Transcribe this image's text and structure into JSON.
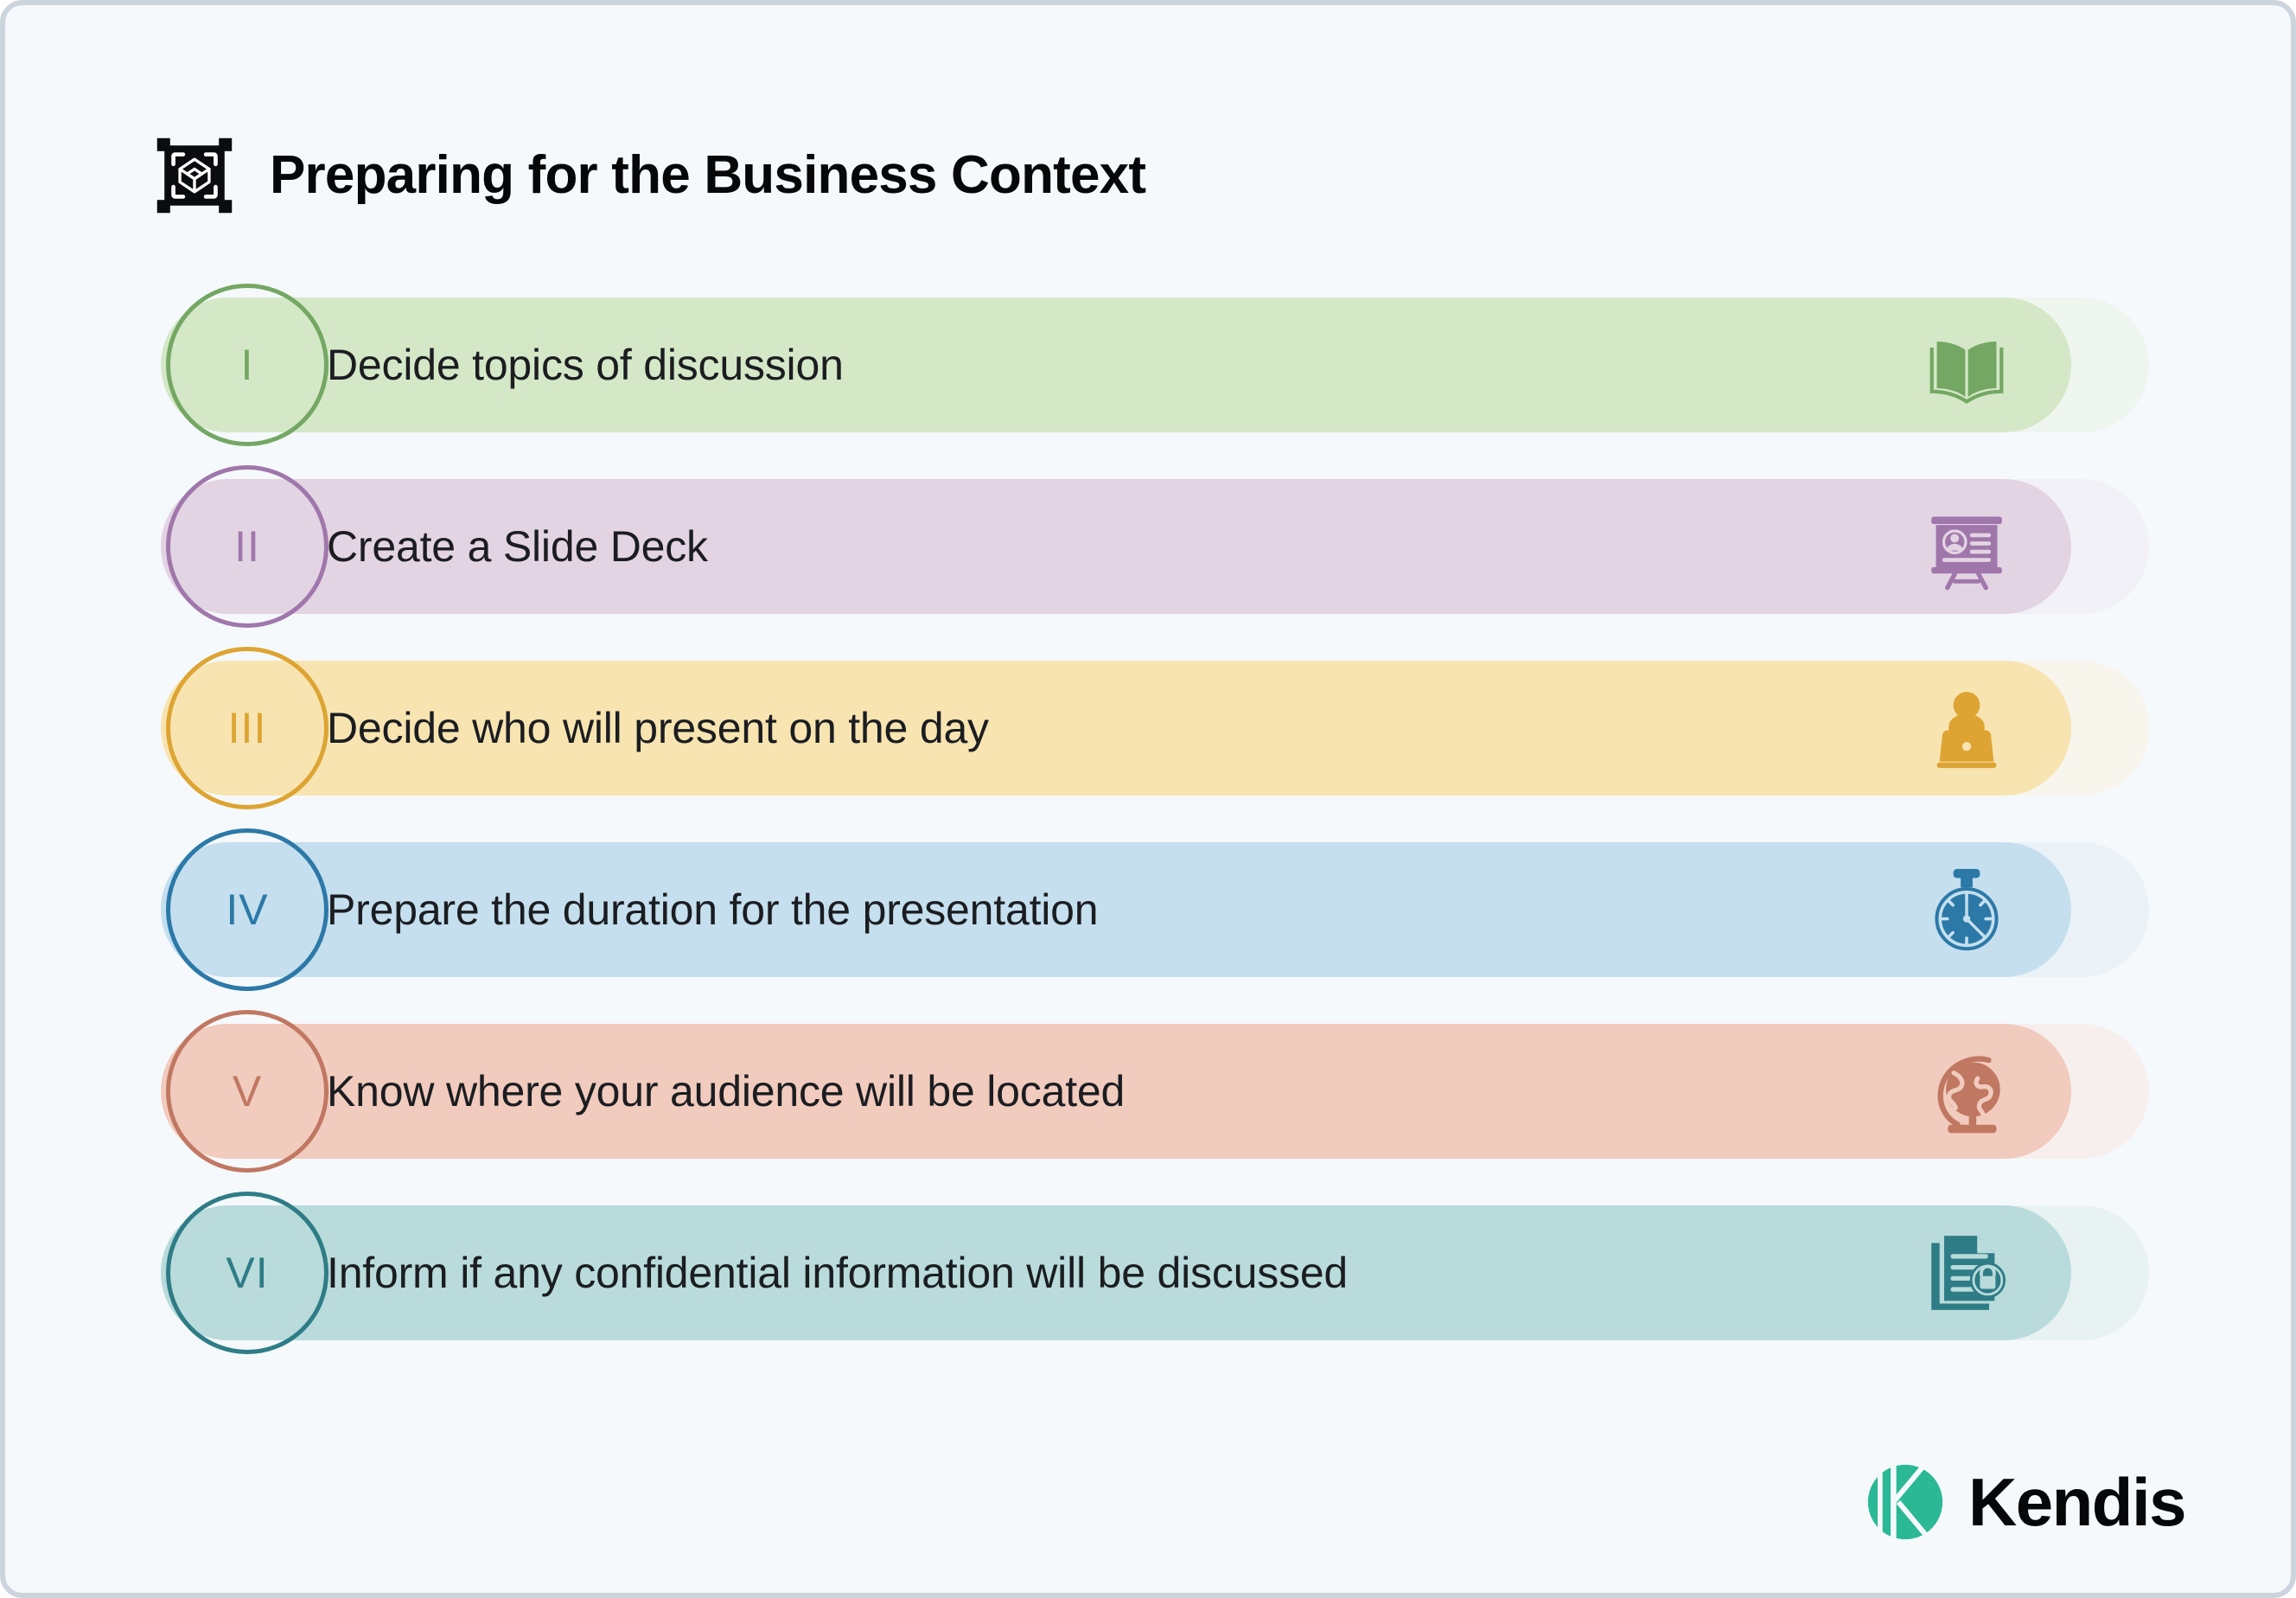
{
  "slide": {
    "background_color": "#f5f9fc",
    "border_color": "#ccd4de"
  },
  "header": {
    "logo_icon": "cube-scan-icon",
    "title": "Preparing for the Business Context",
    "title_color": "#050709"
  },
  "rows": [
    {
      "numeral": "I",
      "label": "Decide topics of discussion",
      "icon": "open-book-icon",
      "pill_color": "#d4e8c8",
      "ghost_color": "#e6f1de",
      "accent_color": "#74a763"
    },
    {
      "numeral": "II",
      "label": "Create a Slide Deck",
      "icon": "presentation-board-icon",
      "pill_color": "#e3d4e4",
      "ghost_color": "#efe6f0",
      "accent_color": "#a077ab"
    },
    {
      "numeral": "III",
      "label": "Decide who will present on the day",
      "icon": "person-at-laptop-icon",
      "pill_color": "#f7e4b0",
      "ghost_color": "#fbf1d6",
      "accent_color": "#dda433"
    },
    {
      "numeral": "IV",
      "label": "Prepare the duration for the presentation",
      "icon": "stopwatch-icon",
      "pill_color": "#c5dfee",
      "ghost_color": "#dceaf3",
      "accent_color": "#2c79a8"
    },
    {
      "numeral": "V",
      "label": "Know where your audience will be located",
      "icon": "desk-globe-icon",
      "pill_color": "#f1cbbd",
      "ghost_color": "#f7e2da",
      "accent_color": "#c07863"
    },
    {
      "numeral": "VI",
      "label": "Inform if any confidential information will be discussed",
      "icon": "confidential-document-icon",
      "pill_color": "#b9dbdb",
      "ghost_color": "#d7e9e8",
      "accent_color": "#2e7c86"
    }
  ],
  "footer": {
    "brand_name": "Kendis",
    "brand_mark_icon": "kendis-k-circle-icon",
    "brand_mark_color": "#2bb894",
    "brand_text_color": "#050709"
  }
}
